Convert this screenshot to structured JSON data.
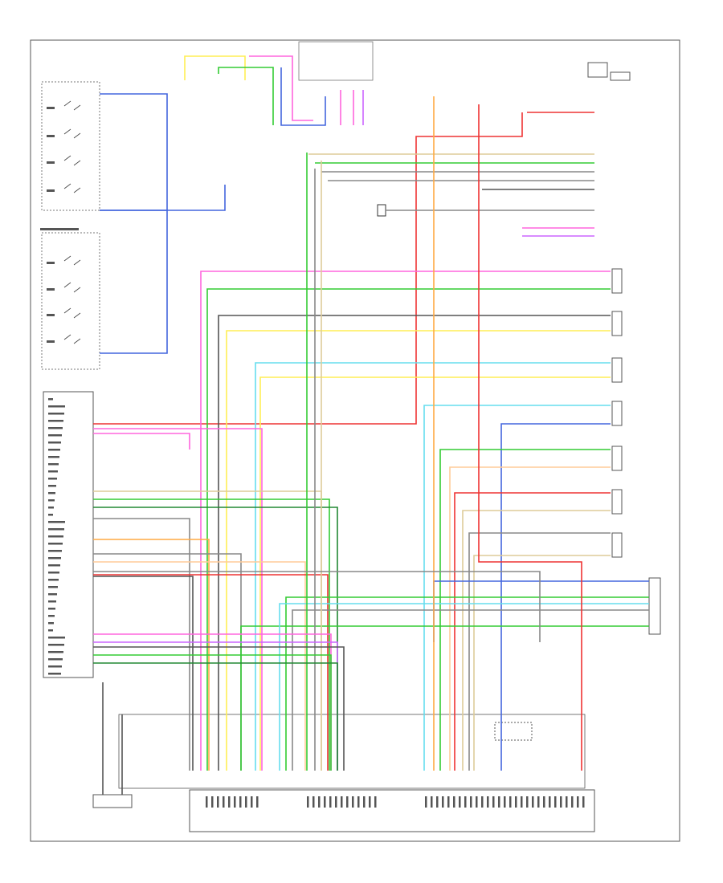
{
  "diagram": {
    "footer_code": "",
    "grid_bottom_label": "",
    "page_title": ""
  },
  "colors": {
    "frame": "#555555",
    "text_placeholder": "#8a8a8a",
    "pink": "#ff66dd",
    "green": "#33cc33",
    "dark_green": "#228833",
    "gray": "#888888",
    "yellow": "#ffee55",
    "light_blue": "#66ddee",
    "orange": "#ffaa44",
    "red": "#ee3333",
    "blue": "#4466dd",
    "dark_gray": "#555555",
    "peach": "#ffcc99",
    "tan": "#ddcc99",
    "violet": "#cc66ff"
  },
  "components": [
    {
      "id": "door-switch-left",
      "icon": "switch-bank-icon"
    },
    {
      "id": "door-switch-right",
      "icon": "switch-bank-icon"
    },
    {
      "id": "lock-actuator-left",
      "icon": "connector-icon"
    },
    {
      "id": "speaker-group",
      "icon": "speaker-connector-icon"
    },
    {
      "id": "lower-connector",
      "icon": "connector-icon"
    },
    {
      "id": "control-module",
      "icon": "module-icon"
    },
    {
      "id": "ground-point",
      "icon": "ground-icon"
    }
  ],
  "wires": [
    {
      "color": "pink"
    },
    {
      "color": "green"
    },
    {
      "color": "dark_gray"
    },
    {
      "color": "yellow"
    },
    {
      "color": "light_blue"
    },
    {
      "color": "gray"
    },
    {
      "color": "orange"
    },
    {
      "color": "red"
    },
    {
      "color": "blue"
    },
    {
      "color": "dark_green"
    },
    {
      "color": "peach"
    },
    {
      "color": "tan"
    }
  ]
}
